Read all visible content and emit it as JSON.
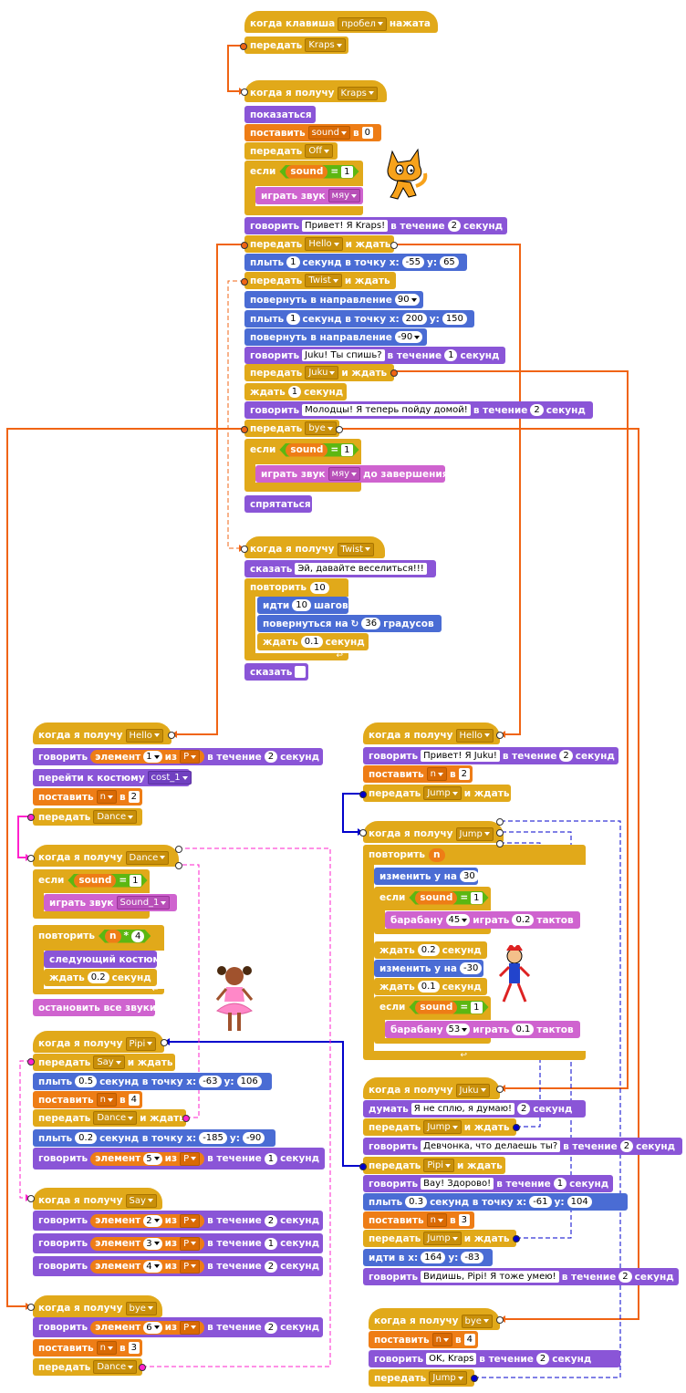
{
  "scripts": {
    "kraps": {
      "key_hat": {
        "text1": "когда клавиша",
        "key": "пробел",
        "text2": "нажата"
      },
      "b1": {
        "label": "передать",
        "msg": "Kraps"
      },
      "recv_kraps": {
        "label": "когда я получу",
        "msg": "Kraps"
      },
      "show": "показаться",
      "set_sound": {
        "label": "поставить",
        "var": "sound",
        "in": "в",
        "val": "0"
      },
      "send_off": {
        "label": "передать",
        "msg": "Off"
      },
      "if1": {
        "label": "если",
        "var": "sound",
        "eq": "=",
        "val": "1"
      },
      "play1": {
        "label": "играть звук",
        "snd": "мяу"
      },
      "say1": {
        "label": "говорить",
        "text": "Привет! Я Kraps!",
        "for": "в течение",
        "n": "2",
        "unit": "секунд"
      },
      "send_hello": {
        "label": "передать",
        "msg": "Hello",
        "wait": "и ждать"
      },
      "glide1": {
        "label": "плыть",
        "n": "1",
        "mid": "секунд в точку x:",
        "x": "-55",
        "ylabel": "y:",
        "y": "65"
      },
      "send_twist": {
        "label": "передать",
        "msg": "Twist",
        "wait": "и ждать"
      },
      "point1": {
        "label": "повернуть в направление",
        "val": "90"
      },
      "glide2": {
        "label": "плыть",
        "n": "1",
        "mid": "секунд в точку x:",
        "x": "200",
        "ylabel": "y:",
        "y": "150"
      },
      "point2": {
        "label": "повернуть в направление",
        "val": "-90"
      },
      "say2": {
        "label": "говорить",
        "text": "Juku! Ты спишь?",
        "for": "в течение",
        "n": "1",
        "unit": "секунд"
      },
      "send_juku": {
        "label": "передать",
        "msg": "Juku",
        "wait": "и ждать"
      },
      "wait1": {
        "label": "ждать",
        "n": "1",
        "unit": "секунд"
      },
      "say3": {
        "label": "говорить",
        "text": "Молодцы! Я теперь пойду домой!",
        "for": "в течение",
        "n": "2",
        "unit": "секунд"
      },
      "send_bye": {
        "label": "передать",
        "msg": "bye"
      },
      "if2": {
        "label": "если",
        "var": "sound",
        "eq": "=",
        "val": "1"
      },
      "play2": {
        "label": "играть звук",
        "snd": "мяу",
        "until": "до завершения"
      },
      "hide": "спрятаться",
      "recv_twist": {
        "label": "когда я получу",
        "msg": "Twist"
      },
      "think1": {
        "label": "сказать",
        "text": "Эй, давайте веселиться!!!"
      },
      "rep1": {
        "label": "повторить",
        "n": "10"
      },
      "move1": {
        "label": "идти",
        "n": "10",
        "unit": "шагов"
      },
      "turn1": {
        "label": "повернуться на",
        "n": "36",
        "unit": "градусов"
      },
      "wait2": {
        "label": "ждать",
        "n": "0.1",
        "unit": "секунд"
      },
      "say_empty": {
        "label": "сказать",
        "text": ""
      }
    },
    "girl": {
      "recv_hello": {
        "label": "когда я получу",
        "msg": "Hello"
      },
      "say_item1": {
        "label": "говорить",
        "item": "элемент",
        "idx": "1",
        "of": "из",
        "list": "P",
        "for": "в течение",
        "n": "2",
        "unit": "секунд"
      },
      "costume": {
        "label": "перейти к костюму",
        "val": "cost_1"
      },
      "set_n": {
        "label": "поставить",
        "var": "n",
        "in": "в",
        "val": "2"
      },
      "send_dance": {
        "label": "передать",
        "msg": "Dance"
      },
      "recv_dance": {
        "label": "когда я получу",
        "msg": "Dance"
      },
      "if1": {
        "label": "если",
        "var": "sound",
        "eq": "=",
        "val": "1"
      },
      "play1": {
        "label": "играть звук",
        "snd": "Sound_1"
      },
      "rep1": {
        "label": "повторить",
        "var": "n",
        "op": "*",
        "val": "4"
      },
      "next_cost": "следующий костюм",
      "wait1": {
        "label": "ждать",
        "n": "0.2",
        "unit": "секунд"
      },
      "stop_all": "остановить все звуки",
      "recv_pipi": {
        "label": "когда я получу",
        "msg": "Pipi"
      },
      "send_say": {
        "label": "передать",
        "msg": "Say",
        "wait": "и ждать"
      },
      "glide1": {
        "label": "плыть",
        "n": "0.5",
        "mid": "секунд в точку x:",
        "x": "-63",
        "ylabel": "y:",
        "y": "106"
      },
      "set_n4": {
        "label": "поставить",
        "var": "n",
        "in": "в",
        "val": "4"
      },
      "send_dance2": {
        "label": "передать",
        "msg": "Dance",
        "wait": "и ждать"
      },
      "glide2": {
        "label": "плыть",
        "n": "0.2",
        "mid": "секунд в точку x:",
        "x": "-185",
        "ylabel": "y:",
        "y": "-90"
      },
      "say_item5": {
        "label": "говорить",
        "item": "элемент",
        "idx": "5",
        "of": "из",
        "list": "P",
        "for": "в течение",
        "n": "1",
        "unit": "секунд"
      },
      "recv_say": {
        "label": "когда я получу",
        "msg": "Say"
      },
      "say_item2": {
        "label": "говорить",
        "item": "элемент",
        "idx": "2",
        "of": "из",
        "list": "P",
        "for": "в течение",
        "n": "2",
        "unit": "секунд"
      },
      "say_item3": {
        "label": "говорить",
        "item": "элемент",
        "idx": "3",
        "of": "из",
        "list": "P",
        "for": "в течение",
        "n": "1",
        "unit": "секунд"
      },
      "say_item4": {
        "label": "говорить",
        "item": "элемент",
        "idx": "4",
        "of": "из",
        "list": "P",
        "for": "в течение",
        "n": "2",
        "unit": "секунд"
      },
      "recv_bye": {
        "label": "когда я получу",
        "msg": "bye"
      },
      "say_item6": {
        "label": "говорить",
        "item": "элемент",
        "idx": "6",
        "of": "из",
        "list": "P",
        "for": "в течение",
        "n": "2",
        "unit": "секунд"
      },
      "set_n3": {
        "label": "поставить",
        "var": "n",
        "in": "в",
        "val": "3"
      },
      "send_dance3": {
        "label": "передать",
        "msg": "Dance"
      }
    },
    "juku": {
      "recv_hello": {
        "label": "когда я получу",
        "msg": "Hello"
      },
      "say1": {
        "label": "говорить",
        "text": "Привет! Я Juku!",
        "for": "в течение",
        "n": "2",
        "unit": "секунд"
      },
      "set_n": {
        "label": "поставить",
        "var": "n",
        "in": "в",
        "val": "2"
      },
      "send_jump": {
        "label": "передать",
        "msg": "Jump",
        "wait": "и ждать"
      },
      "recv_jump": {
        "label": "когда я получу",
        "msg": "Jump"
      },
      "rep": {
        "label": "повторить",
        "var": "n"
      },
      "chy1": {
        "label": "изменить y на",
        "n": "30"
      },
      "if1": {
        "label": "если",
        "var": "sound",
        "eq": "=",
        "val": "1"
      },
      "drum1": {
        "label": "барабану",
        "d": "45",
        "play": "играть",
        "n": "0.2",
        "unit": "тактов"
      },
      "wait1": {
        "label": "ждать",
        "n": "0.2",
        "unit": "секунд"
      },
      "chy2": {
        "label": "изменить y на",
        "n": "-30"
      },
      "wait2": {
        "label": "ждать",
        "n": "0.1",
        "unit": "секунд"
      },
      "if2": {
        "label": "если",
        "var": "sound",
        "eq": "=",
        "val": "1"
      },
      "drum2": {
        "label": "барабану",
        "d": "53",
        "play": "играть",
        "n": "0.1",
        "unit": "тактов"
      },
      "recv_juku": {
        "label": "когда я получу",
        "msg": "Juku"
      },
      "think": {
        "label": "думать",
        "text": "Я не сплю, я думаю!",
        "n": "2",
        "unit": "секунд"
      },
      "send_jump2": {
        "label": "передать",
        "msg": "Jump",
        "wait": "и ждать"
      },
      "say2": {
        "label": "говорить",
        "text": "Девчонка, что делаешь ты?",
        "for": "в течение",
        "n": "2",
        "unit": "секунд"
      },
      "send_pipi": {
        "label": "передать",
        "msg": "Pipi",
        "wait": "и ждать"
      },
      "say3": {
        "label": "говорить",
        "text": "Вау! Здорово!",
        "for": "в течение",
        "n": "1",
        "unit": "секунд"
      },
      "glide": {
        "label": "плыть",
        "n": "0.3",
        "mid": "секунд в точку x:",
        "x": "-61",
        "ylabel": "y:",
        "y": "104"
      },
      "set_n3": {
        "label": "поставить",
        "var": "n",
        "in": "в",
        "val": "3"
      },
      "send_jump3": {
        "label": "передать",
        "msg": "Jump",
        "wait": "и ждать"
      },
      "goto": {
        "label": "идти в x:",
        "x": "164",
        "ylabel": "y:",
        "y": "-83"
      },
      "say4": {
        "label": "говорить",
        "text": "Видишь, Pipi! Я тоже умею!",
        "for": "в течение",
        "n": "2",
        "unit": "секунд"
      },
      "recv_bye": {
        "label": "когда я получу",
        "msg": "bye"
      },
      "set_n4": {
        "label": "поставить",
        "var": "n",
        "in": "в",
        "val": "4"
      },
      "say5": {
        "label": "говорить",
        "text": "OK, Kraps",
        "for": "в течение",
        "n": "2",
        "unit": "секунд"
      },
      "send_jump4": {
        "label": "передать",
        "msg": "Jump"
      }
    }
  },
  "colors": {
    "events": "#e1a91a",
    "looks": "#8a55d7",
    "sound": "#cf63cf",
    "motion": "#4a6cd4",
    "data": "#ee7d16",
    "operators": "#5cb712",
    "wire_orange": "#f06414",
    "wire_blue": "#0000cc",
    "wire_magenta": "#ff22cc"
  },
  "sprites": [
    "cat-sprite",
    "girl-sprite",
    "boy-sprite"
  ]
}
